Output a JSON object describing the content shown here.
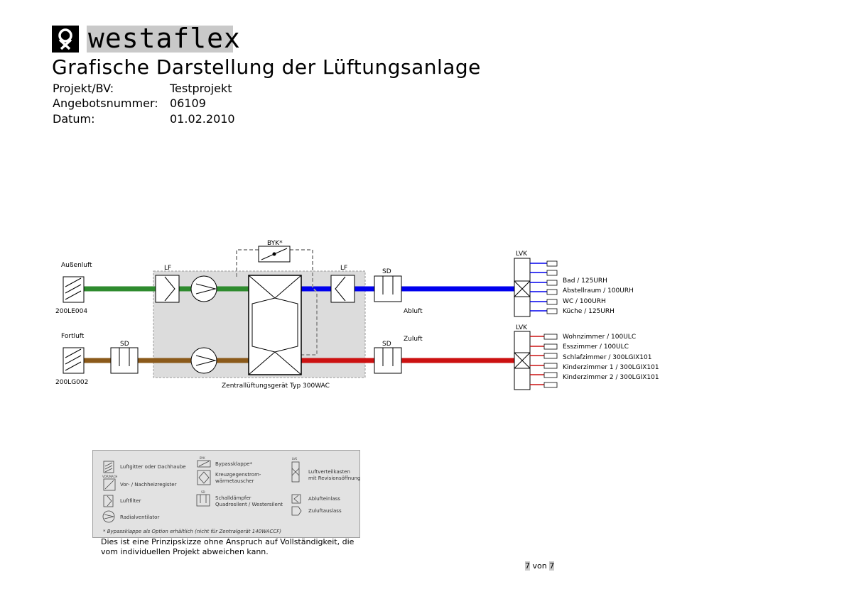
{
  "brand": {
    "name": "westaflex"
  },
  "title": "Grafische Darstellung der Lüftungsanlage",
  "meta": [
    {
      "label": "Projekt/BV:",
      "value": "Testprojekt"
    },
    {
      "label": "Angebotsnummer:",
      "value": "06109"
    },
    {
      "label": "Datum:",
      "value": "01.02.2010"
    }
  ],
  "diagram": {
    "labels": {
      "aussenluft": "Außenluft",
      "aussenluft_part": "200LE004",
      "fortluft": "Fortluft",
      "fortluft_part": "200LG002",
      "lf": "LF",
      "sd": "SD",
      "byk": "BYK*",
      "lvk": "LVK",
      "abluft": "Abluft",
      "zuluft": "Zuluft",
      "unit_caption": "Zentrallüftungsgerät Typ 300WAC"
    },
    "exhaust_rooms": [
      "Bad / 125URH",
      "Abstellraum / 100URH",
      "WC / 100URH",
      "Küche / 125URH"
    ],
    "supply_rooms": [
      "Wohnzimmer / 100ULC",
      "Esszimmer / 100ULC",
      "Schlafzimmer / 300LGIX101",
      "Kinderzimmer 1 / 300LGIX101",
      "Kinderzimmer 2 / 300LGIX101"
    ],
    "colors": {
      "outdoor": "#2e8b2e",
      "exhaust": "#0000ee",
      "supply": "#cc1111",
      "fortluft": "#8b5a1a",
      "housing": "#dcdcdc"
    }
  },
  "legend": {
    "items": [
      {
        "icon": "grille-icon",
        "text": "Luftgitter oder Dachhaube"
      },
      {
        "icon": "heater-icon",
        "text": "Vor- / Nachheizregister"
      },
      {
        "icon": "filter-icon",
        "text": "Luftfilter"
      },
      {
        "icon": "fan-icon",
        "text": "Radialventilator"
      },
      {
        "icon": "bypass-icon",
        "text": "Bypassklappe*"
      },
      {
        "icon": "heat-exchanger-icon",
        "text": "Kreuzgegenstrom-\nwärmetauscher"
      },
      {
        "icon": "silencer-icon",
        "text": "Schalldämpfer\nQuadrosilent / Westersilent"
      },
      {
        "icon": "distribution-box-icon",
        "text": "Luftverteilkasten\nmit Revisionsöffnung"
      },
      {
        "icon": "exhaust-valve-icon",
        "text": "Ablufteinlass"
      },
      {
        "icon": "supply-valve-icon",
        "text": "Zuluftauslass"
      }
    ],
    "icon_labels": {
      "heater": "VOR/NACH",
      "bypass": "BYK",
      "silencer": "SD",
      "lvk": "LVK"
    },
    "footnote": "* Bypassklappe als Option erhältlich (nicht für Zentralgerät 140WACCF)"
  },
  "disclaimer": "Dies ist eine Prinzipskizze ohne Anspruch auf Vollständigkeit, die vom individuellen Projekt abweichen kann.",
  "page": {
    "current": "7",
    "separator": "von",
    "total": "7"
  }
}
